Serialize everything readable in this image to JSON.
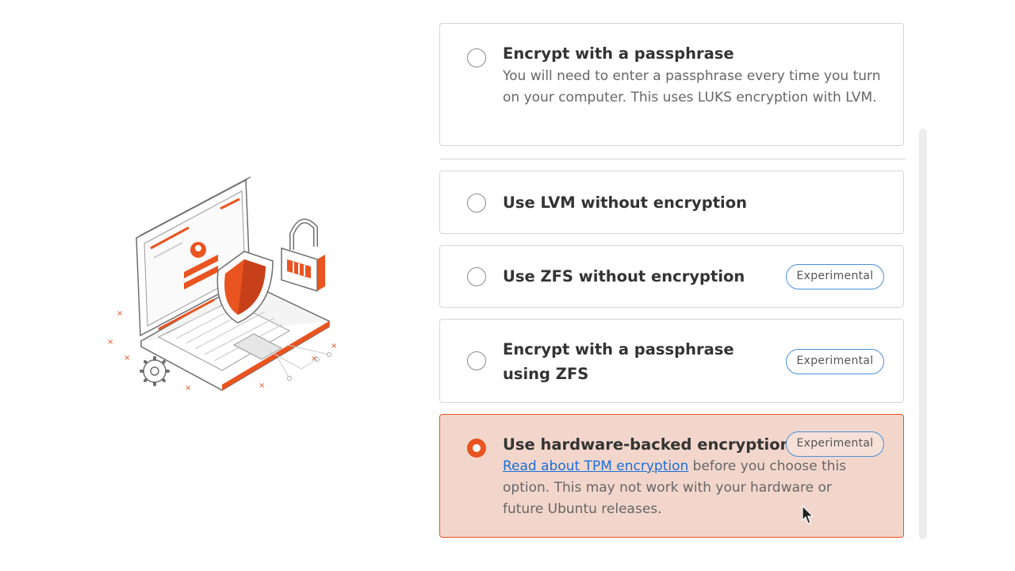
{
  "options": [
    {
      "title": "Encrypt with a passphrase",
      "description": "You will need to enter a passphrase every time you turn on your computer. This uses LUKS encryption with LVM."
    },
    {
      "title": "Use LVM without encryption"
    },
    {
      "title": "Use ZFS without encryption",
      "badge": "Experimental"
    },
    {
      "title": "Encrypt with a passphrase using ZFS",
      "badge": "Experimental"
    },
    {
      "title": "Use hardware-backed encryption",
      "badge": "Experimental",
      "link_text": "Read about TPM encryption",
      "description_rest": " before you choose this option. This may not work with your hardware or future Ubuntu releases.",
      "selected": true
    }
  ],
  "colors": {
    "accent": "#e95420",
    "selected_bg": "#f2d6cc",
    "link": "#1a6ed8",
    "badge_border": "#4a90d9"
  },
  "icons": {
    "illustration": "laptop-security-illustration",
    "cursor": "mouse-pointer-icon"
  }
}
